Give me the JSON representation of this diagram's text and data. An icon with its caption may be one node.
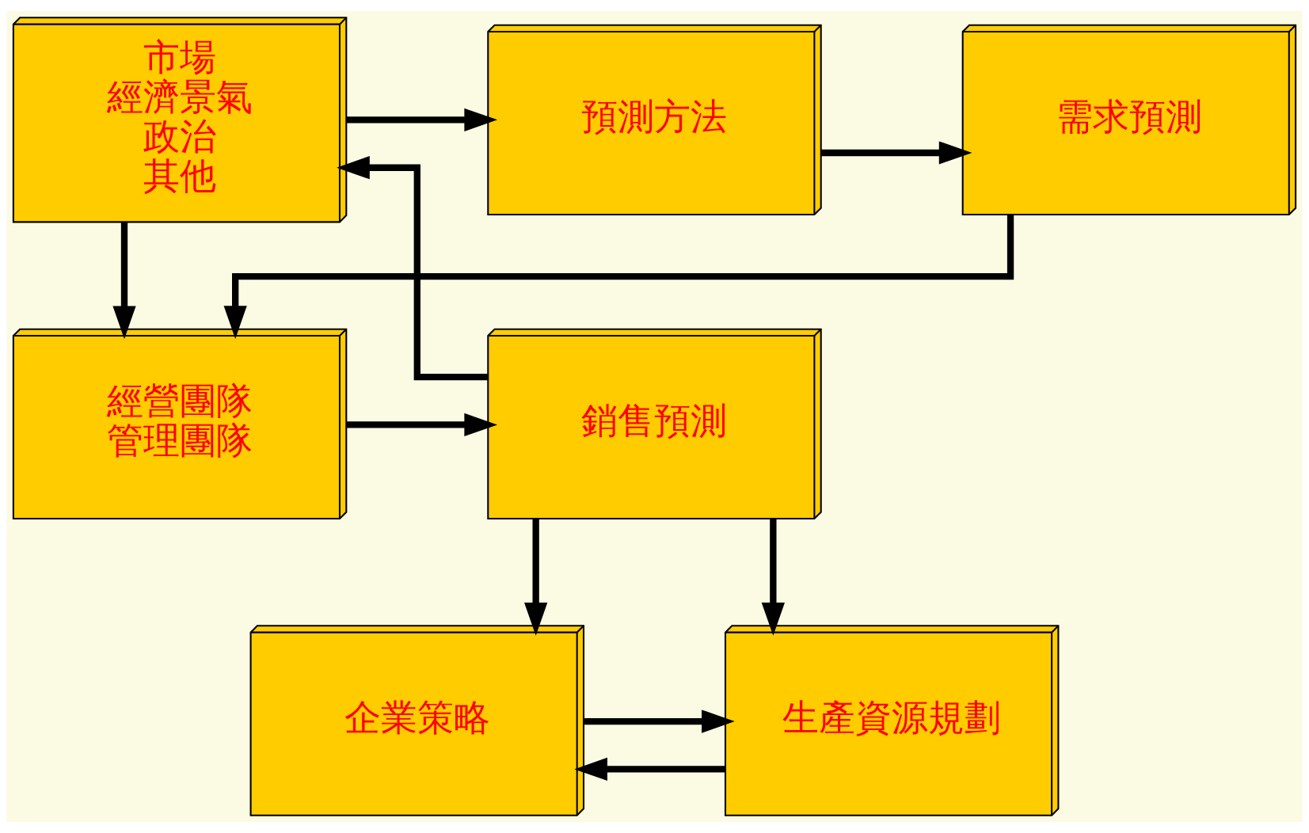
{
  "diagram": {
    "nodes": [
      {
        "text": [
          "市場",
          "經濟景氣",
          "政治",
          "其他"
        ]
      },
      {
        "text": [
          "預測方法"
        ]
      },
      {
        "text": [
          "需求預測"
        ]
      },
      {
        "text": [
          "經營團隊",
          "管理團隊"
        ]
      },
      {
        "text": [
          "銷售預測"
        ]
      },
      {
        "text": [
          "企業策略"
        ]
      },
      {
        "text": [
          "生產資源規劃"
        ]
      }
    ],
    "edges": [
      {
        "from": 0,
        "to": 1,
        "arrow": "to"
      },
      {
        "from": 1,
        "to": 2,
        "arrow": "to"
      },
      {
        "from": 0,
        "to": 3,
        "arrow": "to"
      },
      {
        "from": 2,
        "to": 3,
        "arrow": "to"
      },
      {
        "from": 3,
        "to": 4,
        "arrow": "to"
      },
      {
        "from": 4,
        "to": 0,
        "arrow": "to"
      },
      {
        "from": 4,
        "to": 5,
        "arrow": "to"
      },
      {
        "from": 4,
        "to": 6,
        "arrow": "to"
      },
      {
        "from": 6,
        "to": 5,
        "arrow": "to"
      },
      {
        "from": 5,
        "to": 6,
        "arrow": "to"
      }
    ]
  }
}
